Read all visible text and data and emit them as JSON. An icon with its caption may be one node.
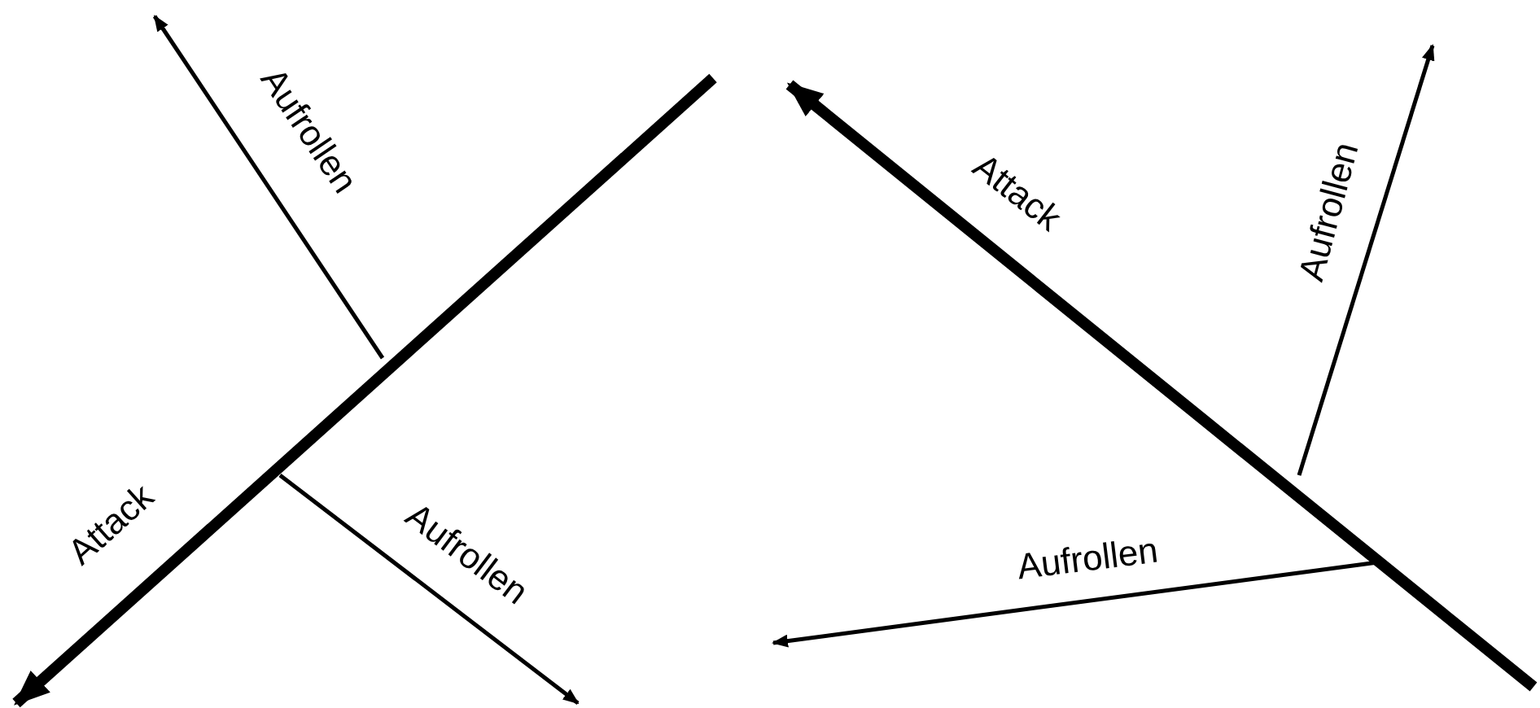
{
  "diagram": {
    "labels": [
      "Aufrollen",
      "Attack",
      "Aufrollen",
      "Attack",
      "Aufrollen",
      "Aufrollen"
    ]
  }
}
